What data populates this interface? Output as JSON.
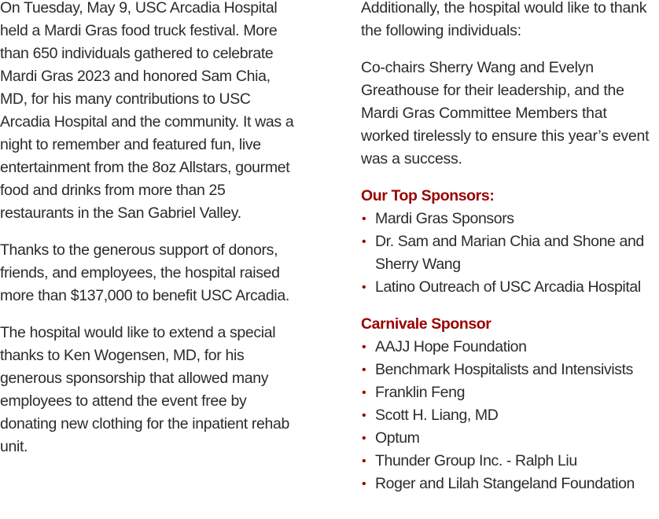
{
  "left": {
    "paragraphs": [
      "On Tuesday, May 9, USC Arcadia Hospital held a Mardi Gras food truck festival. More than 650 individuals gathered to celebrate Mardi Gras 2023 and honored Sam Chia, MD, for his many contributions to USC Arcadia Hospital and the community. It was a night to remember and featured fun, live entertainment from the 8oz Allstars, gourmet food and drinks from more than 25 restaurants in the San Gabriel Valley.",
      "Thanks to the generous support of donors, friends, and employees, the hospital raised more than $137,000 to benefit USC Arcadia.",
      "The hospital would like to extend a special thanks to Ken Wogensen, MD, for his generous sponsorship that allowed many employees to attend the event free by donating new clothing for the inpatient rehab unit."
    ]
  },
  "right": {
    "paragraphs": [
      "Additionally, the hospital would like to thank the following individuals:",
      "Co-chairs Sherry Wang and Evelyn Greathouse for their leadership, and the Mardi Gras Committee Members that worked tirelessly to ensure this year’s event was a success."
    ],
    "top_sponsors": {
      "heading": "Our Top Sponsors:",
      "items": [
        "Mardi Gras Sponsors",
        "Dr. Sam and Marian Chia and Shone and Sherry Wang",
        "Latino Outreach of USC Arcadia Hospital"
      ]
    },
    "carnivale_sponsor": {
      "heading": "Carnivale Sponsor",
      "items": [
        "AAJJ Hope Foundation",
        "Benchmark Hospitalists and Intensivists",
        "Franklin Feng",
        "Scott H. Liang, MD",
        "Optum",
        "Thunder Group Inc. - Ralph Liu",
        "Roger and Lilah Stangeland Foundation"
      ]
    },
    "bullet_glyph": "•"
  },
  "colors": {
    "text": "#2b2b2b",
    "accent": "#990000"
  }
}
